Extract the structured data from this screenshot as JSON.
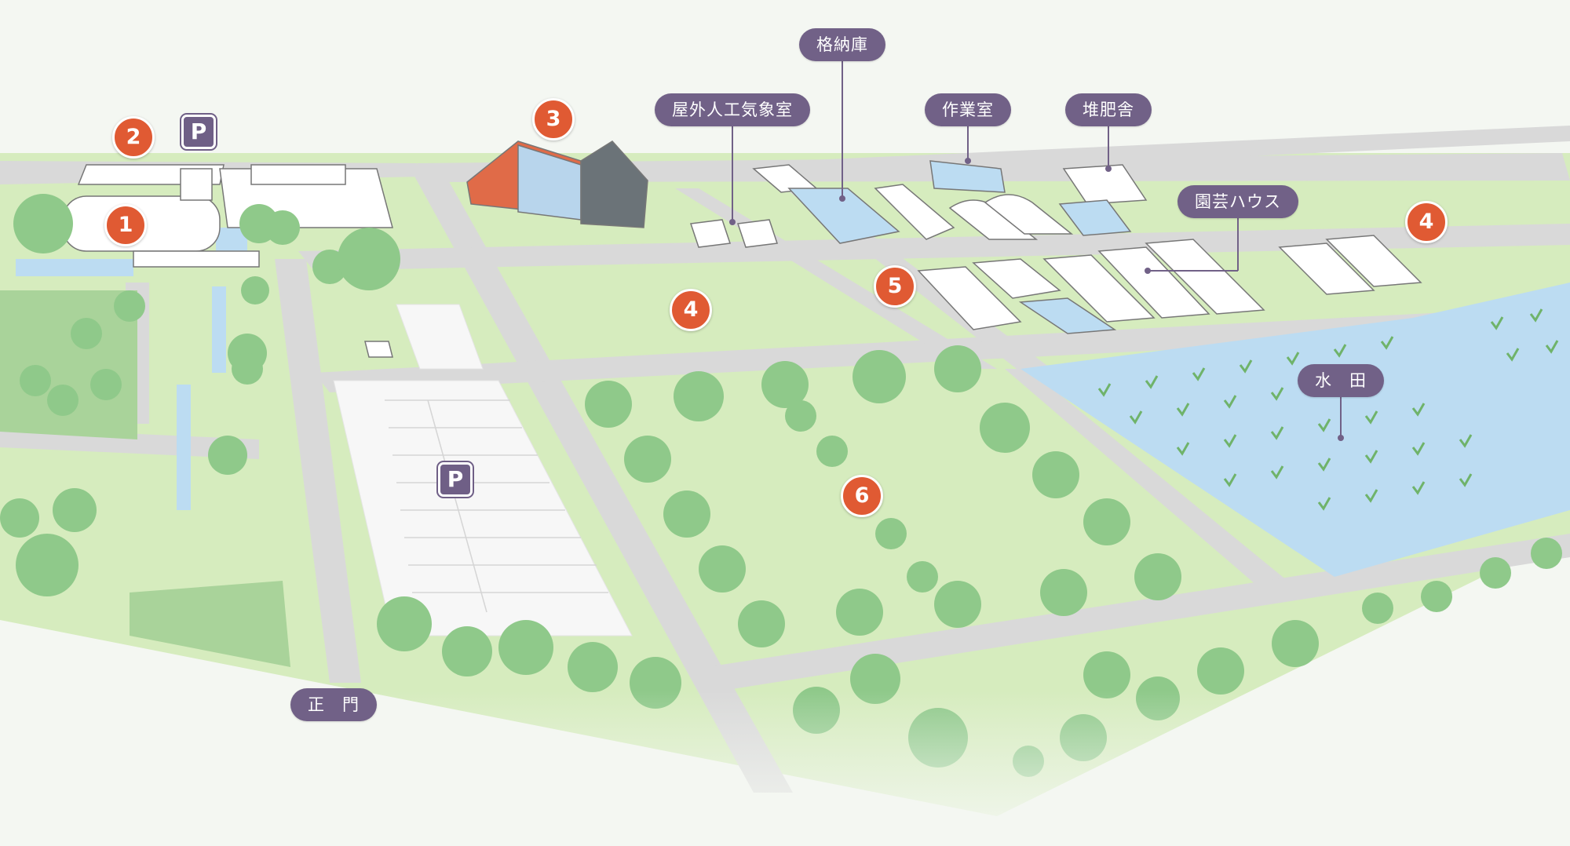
{
  "colors": {
    "background": "#f4f7f2",
    "grass": "#d6ecbe",
    "dark_grass": "#a9d39a",
    "road": "#d9d9d9",
    "water": "#bcdcf2",
    "tree": "#8fc98a",
    "building": "#ffffff",
    "building_stroke": "#777777",
    "label_bg": "#716187",
    "badge_bg": "#e05a33",
    "parking_bg": "#6f5f86"
  },
  "labels": {
    "storage": "格納庫",
    "outdoor_climate_room": "屋外人工気象室",
    "workroom": "作業室",
    "compost_shed": "堆肥舎",
    "horticulture_house": "園芸ハウス",
    "paddy_field": "水　田",
    "main_gate": "正　門"
  },
  "badges": {
    "b1": "1",
    "b2": "2",
    "b3": "3",
    "b4_center": "4",
    "b4_right": "4",
    "b5": "5",
    "b6": "6"
  },
  "parking": {
    "top": "P",
    "lot": "P"
  }
}
